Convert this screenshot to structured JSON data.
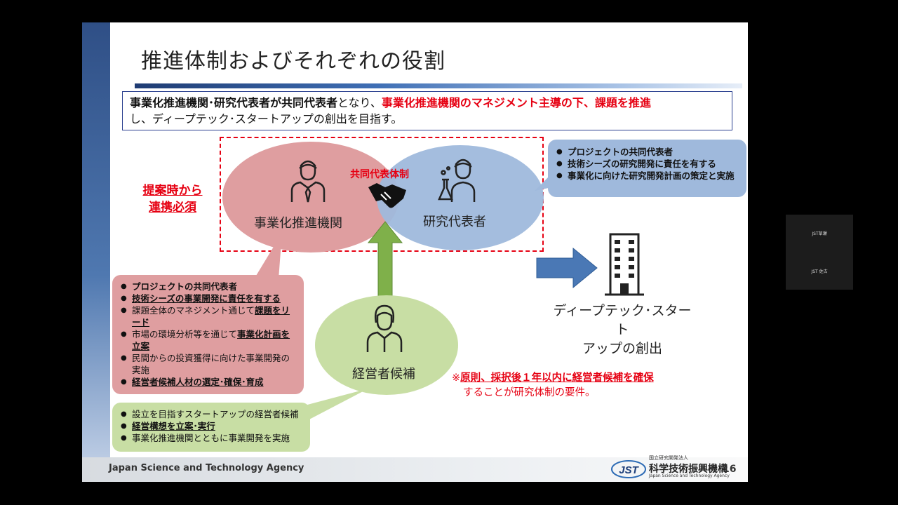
{
  "slide": {
    "title": "推進体制およびそれぞれの役割",
    "summary": {
      "part1": "事業化推進機関･研究代表者が共同代表者",
      "part2": "となり、",
      "part3": "事業化推進機関のマネジメント主導の下、課題を推進",
      "part4": "し、ディープテック･スタートアップの創出を目指す。"
    },
    "labels": {
      "proposal_line1": "提案時から",
      "proposal_line2": "連携必須",
      "joint": "共同代表体制",
      "org": "事業化推進機関",
      "researcher": "研究代表者",
      "manager": "経営者候補",
      "startup_line1": "ディープテック･スタート",
      "startup_line2": "アップの創出"
    },
    "blue_callout": [
      "プロジェクトの共同代表者",
      "技術シーズの研究開発に責任を有する",
      "事業化に向けた研究開発計画の策定と実施"
    ],
    "pink_callout": {
      "item1": "プロジェクトの共同代表者",
      "item2": "技術シーズの事業開発に責任を有する",
      "item3_a": "課題全体のマネジメント通じて",
      "item3_b": "課題をリード",
      "item4_a": "市場の環境分析等を通じて",
      "item4_b": "事業化計画を立案",
      "item5": "民間からの投資獲得に向けた事業開発の実施",
      "item6": "経営者候補人材の選定･確保･育成"
    },
    "green_callout": {
      "item1": "設立を目指すスタートアップの経営者候補",
      "item2": "経営構想を立案･実行",
      "item3": "事業化推進機関とともに事業開発を実施"
    },
    "note": {
      "prefix": "※",
      "bold": "原則、採択後１年以内に経営者候補を確保",
      "rest": "することが研究体制の要件。"
    },
    "footer": {
      "agency": "Japan Science and Technology Agency",
      "logo_small": "国立研究開発法人",
      "logo_main": "科学技術振興機構",
      "logo_en": "Japan Science and Technology Agency",
      "logo_mark": "JST",
      "page": "16"
    }
  },
  "video_tile": {
    "name1": "JST草瀬",
    "name2": "JST 佐古"
  },
  "colors": {
    "accent_red": "#e60012",
    "pink": "#df9ea0",
    "blue": "#9fb9dc",
    "green": "#c8dea4",
    "arrow_blue": "#4a78b5",
    "arrow_green": "#7fb04a"
  }
}
